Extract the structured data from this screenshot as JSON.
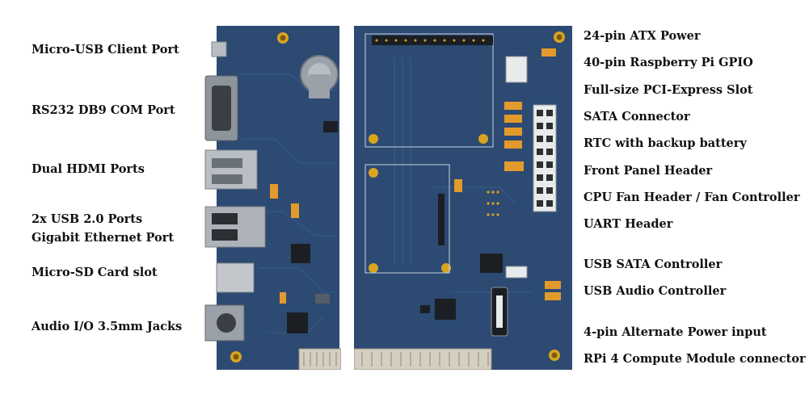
{
  "left_labels": [
    {
      "text": "Micro-USB Client Port"
    },
    {
      "text": "RS232 DB9 COM Port"
    },
    {
      "text": "Dual HDMI Ports"
    },
    {
      "text": "2x USB 2.0 Ports"
    },
    {
      "text": "Gigabit Ethernet Port"
    },
    {
      "text": "Micro-SD Card slot"
    },
    {
      "text": "Audio I/O 3.5mm Jacks"
    }
  ],
  "right_labels": [
    {
      "text": "24-pin ATX Power"
    },
    {
      "text": "40-pin Raspberry Pi GPIO"
    },
    {
      "text": "Full-size PCI-Express Slot"
    },
    {
      "text": "SATA Connector"
    },
    {
      "text": "RTC with backup battery"
    },
    {
      "text": "Front Panel Header"
    },
    {
      "text": "CPU Fan Header / Fan Controller"
    },
    {
      "text": "UART Header"
    },
    {
      "text": "USB SATA Controller"
    },
    {
      "text": "USB Audio Controller"
    },
    {
      "text": "4-pin Alternate Power input"
    },
    {
      "text": "RPi 4 Compute Module  connector"
    }
  ],
  "colors": {
    "pcb": "#2c4a72",
    "pcb_dark": "#1f3658",
    "silk": "#c9d4e3",
    "gold": "#d9a520",
    "metal": "#b9bec4",
    "chip": "#1b1f24",
    "orange": "#e39a2c"
  }
}
